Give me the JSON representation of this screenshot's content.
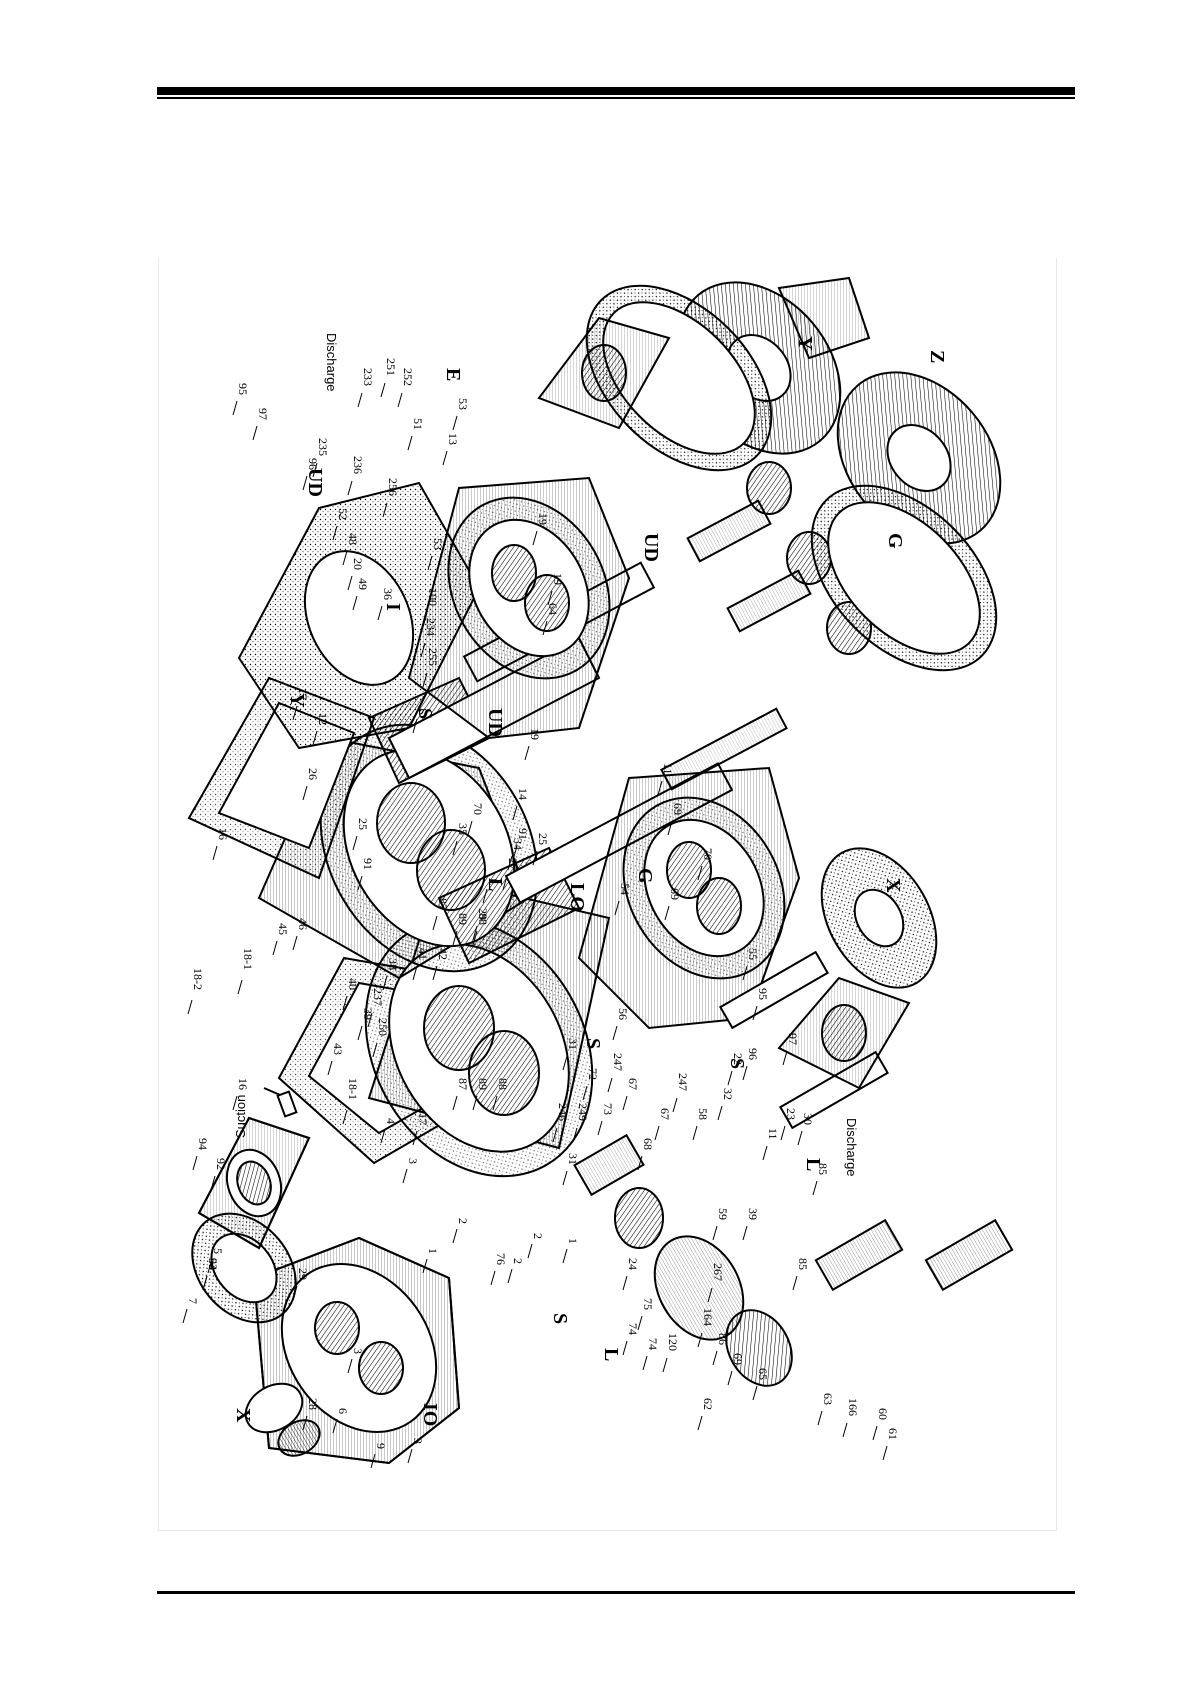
{
  "figure": {
    "rotation_deg": 90,
    "words": {
      "suction": "Suction",
      "discharge_top": "Discharge",
      "discharge_bottom": "Discharge"
    },
    "letters": {
      "io": "IO",
      "lo": "LO",
      "ud_main": "UD",
      "ud_cover": "UD",
      "ud_seal": "UD",
      "g_main": "G",
      "g_cover": "G",
      "s_rotor": "S",
      "l_rotor": "L",
      "s_bush": "S",
      "l_bush": "L",
      "s_piston": "S",
      "s_piston2": "S",
      "l_piston": "L",
      "e_mark": "E",
      "i_mark": "I",
      "x_left": "X",
      "x_mid": "X",
      "y_top": "Y",
      "y_bottom": "Y",
      "z_top": "Z"
    },
    "part_numbers": [
      "93",
      "7",
      "29",
      "28",
      "6",
      "3",
      "4",
      "94",
      "92",
      "5",
      "1",
      "2",
      "76",
      "3",
      "31",
      "9",
      "2",
      "2",
      "1",
      "3",
      "31",
      "12",
      "26",
      "S",
      "L",
      "25",
      "25",
      "91",
      "91",
      "87",
      "89",
      "88",
      "87",
      "89",
      "88",
      "246",
      "249",
      "73",
      "72",
      "68",
      "247",
      "67",
      "56",
      "67",
      "247",
      "58",
      "53",
      "52",
      "48",
      "20",
      "49",
      "36",
      "100",
      "236",
      "235",
      "96",
      "95",
      "97",
      "53",
      "51",
      "13",
      "234",
      "255",
      "256",
      "233",
      "251",
      "252",
      "19",
      "19",
      "17",
      "16",
      "18-2",
      "18-1",
      "45",
      "46",
      "16",
      "18-1",
      "17",
      "43",
      "39",
      "237",
      "250",
      "40",
      "38",
      "41",
      "42",
      "29",
      "27",
      "14",
      "19",
      "95",
      "96",
      "97",
      "34",
      "35",
      "70",
      "69",
      "54",
      "69",
      "70",
      "55",
      "22",
      "23",
      "30",
      "32",
      "74",
      "24",
      "85",
      "267",
      "39",
      "85",
      "59",
      "164",
      "86",
      "69",
      "65",
      "63",
      "166",
      "60",
      "61",
      "62",
      "120",
      "74",
      "75",
      "64",
      "11",
      "11",
      "54"
    ]
  }
}
